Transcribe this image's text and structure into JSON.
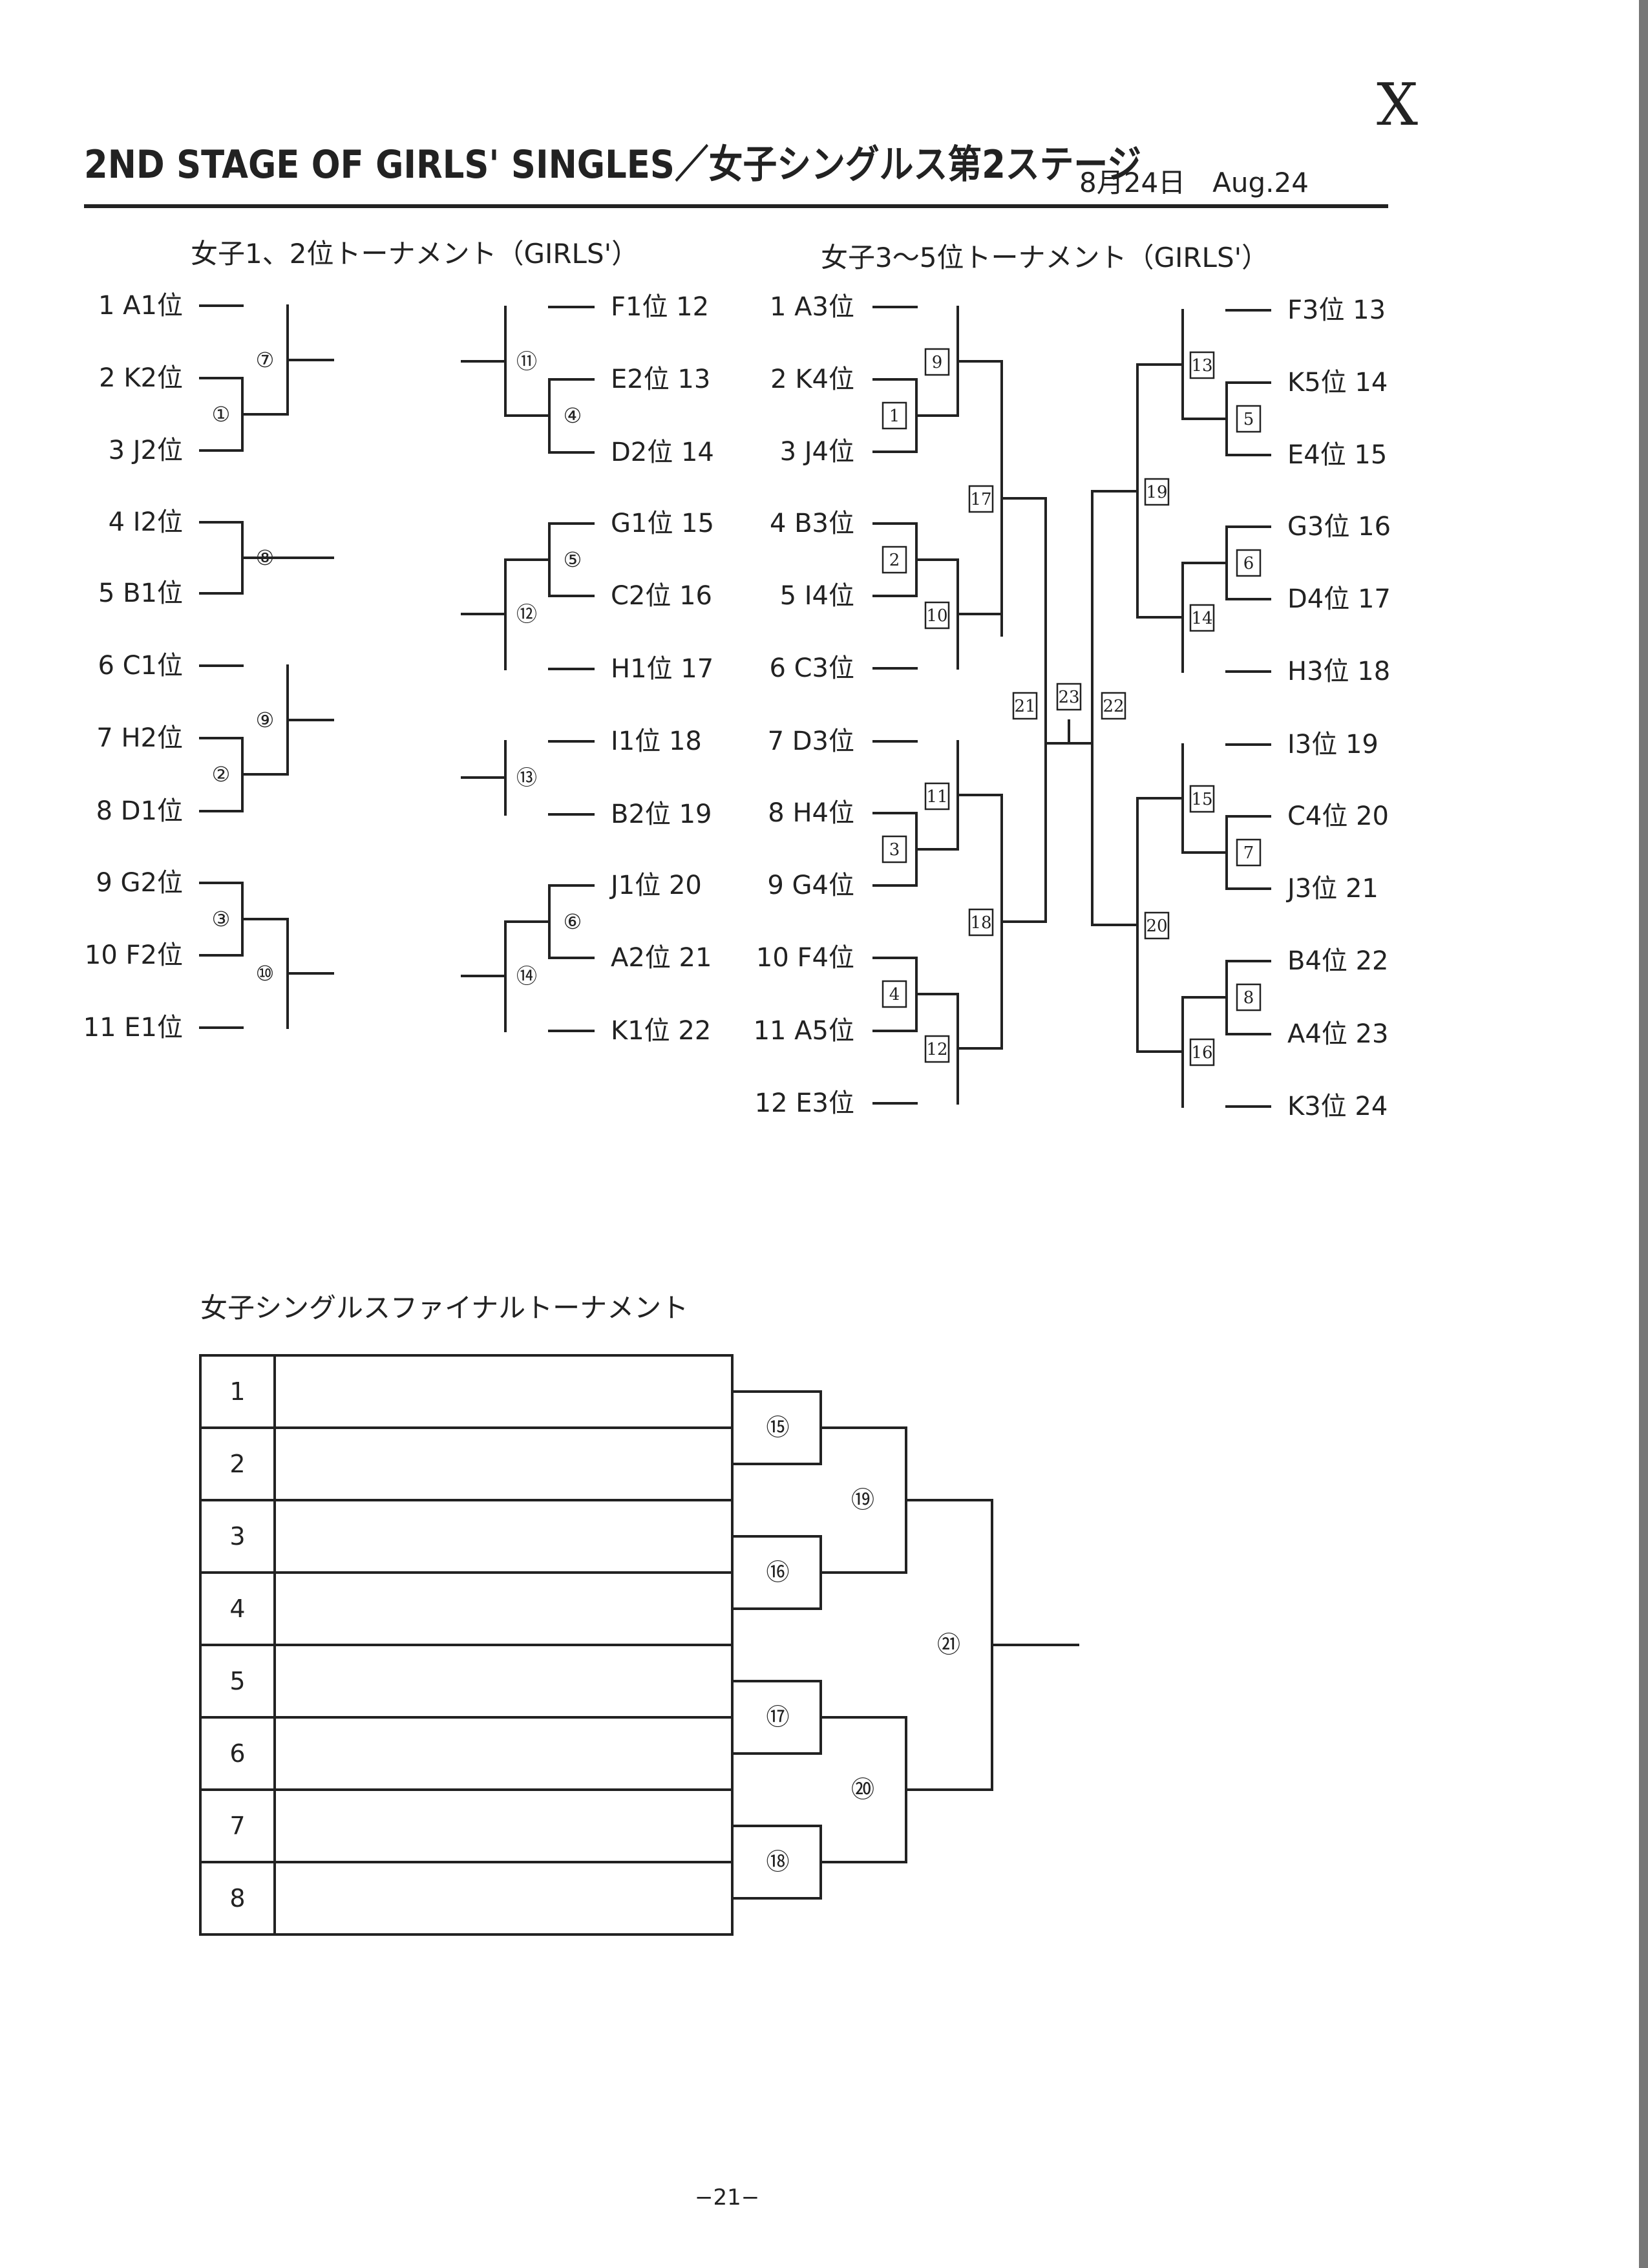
{
  "header": {
    "title": "2ND STAGE OF GIRLS' SINGLES／女子シングルス第2ステージ",
    "date": "8月24日　Aug.24",
    "mark": "X"
  },
  "bracket_left": {
    "title": "女子1、2位トーナメント（GIRLS'）",
    "left_entries": [
      "1 A1位",
      "2 K2位",
      "3 J2位",
      "4 I2位",
      "5 B1位",
      "6 C1位",
      "7 H2位",
      "8 D1位",
      "9 G2位",
      "10 F2位",
      "11 E1位"
    ],
    "right_entries": [
      "F1位 12",
      "E2位 13",
      "D2位 14",
      "G1位 15",
      "C2位 16",
      "H1位 17",
      "I1位 18",
      "B2位 19",
      "J1位 20",
      "A2位 21",
      "K1位 22"
    ],
    "match_labels": [
      "①",
      "②",
      "③",
      "④",
      "⑤",
      "⑥",
      "⑦",
      "⑧",
      "⑨",
      "⑩",
      "⑪",
      "⑫",
      "⑬",
      "⑭"
    ]
  },
  "bracket_right": {
    "title": "女子3～5位トーナメント（GIRLS'）",
    "left_entries": [
      "1 A3位",
      "2 K4位",
      "3 J4位",
      "4 B3位",
      "5 I4位",
      "6 C3位",
      "7 D3位",
      "8 H4位",
      "9 G4位",
      "10 F4位",
      "11 A5位",
      "12 E3位"
    ],
    "right_entries": [
      "F3位 13",
      "K5位 14",
      "E4位 15",
      "G3位 16",
      "D4位 17",
      "H3位 18",
      "I3位 19",
      "C4位 20",
      "J3位 21",
      "B4位 22",
      "A4位 23",
      "K3位 24"
    ],
    "match_labels": [
      "1",
      "2",
      "3",
      "4",
      "5",
      "6",
      "7",
      "8",
      "9",
      "10",
      "11",
      "12",
      "13",
      "14",
      "15",
      "16",
      "17",
      "18",
      "19",
      "20",
      "21",
      "22",
      "23"
    ]
  },
  "final_bracket": {
    "title": "女子シングルスファイナルトーナメント",
    "slots": [
      "1",
      "2",
      "3",
      "4",
      "5",
      "6",
      "7",
      "8"
    ],
    "match_labels": [
      "⑮",
      "⑯",
      "⑰",
      "⑱",
      "⑲",
      "⑳",
      "㉑"
    ]
  },
  "footer": {
    "page_number": "−21−"
  }
}
